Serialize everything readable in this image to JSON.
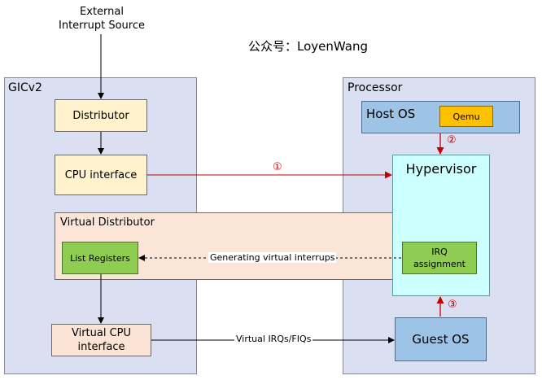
{
  "external_source": {
    "line1": "External",
    "line2": "Interrupt Source"
  },
  "watermark": "公众号：LoyenWang",
  "gic": {
    "title": "GICv2",
    "distributor": "Distributor",
    "cpu_interface": "CPU interface",
    "virtual_distributor": "Virtual Distributor",
    "list_registers": "List Registers",
    "virtual_cpu_interface": {
      "line1": "Virtual CPU",
      "line2": "interface"
    }
  },
  "processor": {
    "title": "Processor",
    "host_os": "Host OS",
    "qemu": "Qemu",
    "hypervisor": "Hypervisor",
    "irq_assignment": {
      "line1": "IRQ",
      "line2": "assignment"
    },
    "guest_os": "Guest OS"
  },
  "edges": {
    "generating": "Generating virtual interrups",
    "virtual_irqs": "Virtual IRQs/FIQs",
    "marker1": "①",
    "marker2": "②",
    "marker3": "③"
  },
  "colors": {
    "red_arrow": "#c00000",
    "panel": "#dae0f1",
    "yellow_box": "#fff2cc",
    "green_box": "#8fcc52",
    "qemu": "#ffc000",
    "hypervisor": "#ccffff",
    "os_box": "#9dc3e6"
  }
}
